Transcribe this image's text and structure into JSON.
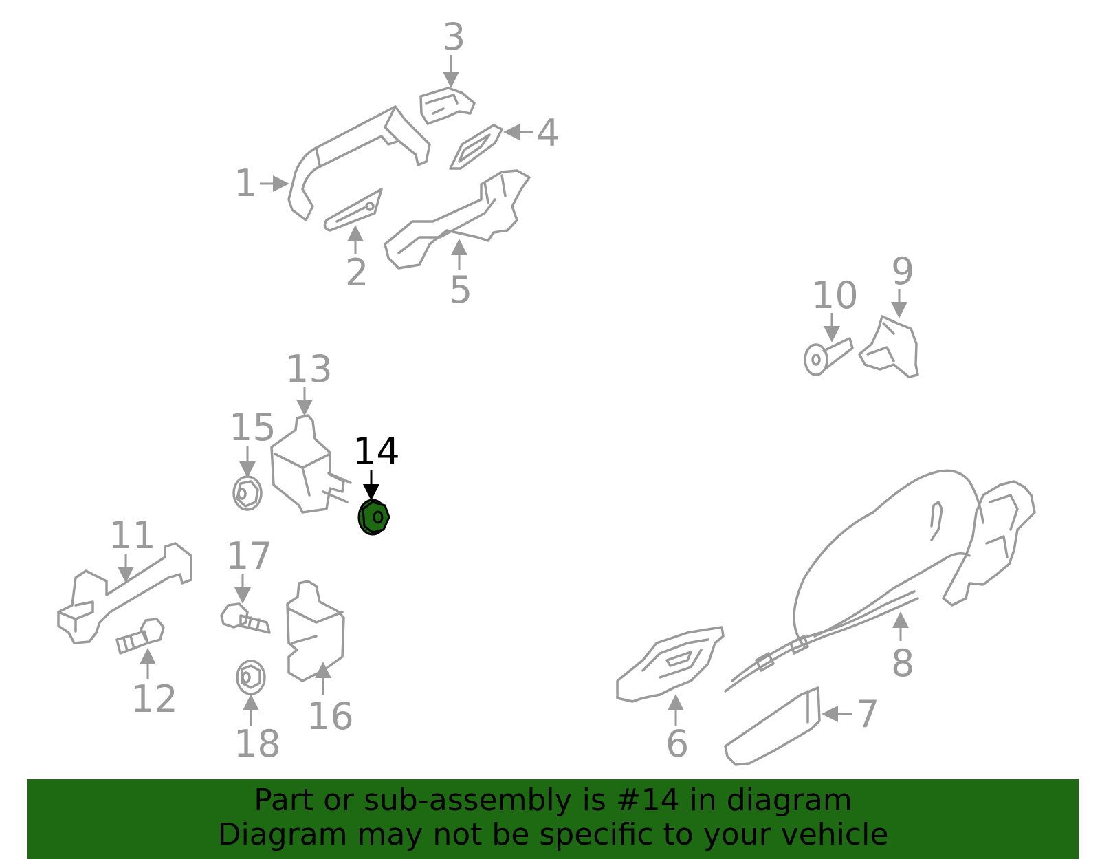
{
  "diagram": {
    "highlighted_part": "14",
    "colors": {
      "highlight": "#1d6a12",
      "lines": "#9a9a9a",
      "label_highlight": "#000000"
    },
    "callouts": [
      "1",
      "2",
      "3",
      "4",
      "5",
      "6",
      "7",
      "8",
      "9",
      "10",
      "11",
      "12",
      "13",
      "14",
      "15",
      "16",
      "17",
      "18"
    ]
  },
  "banner": {
    "line1": "Part or sub-assembly is #14 in diagram",
    "line2": "Diagram may not be specific to your vehicle"
  }
}
